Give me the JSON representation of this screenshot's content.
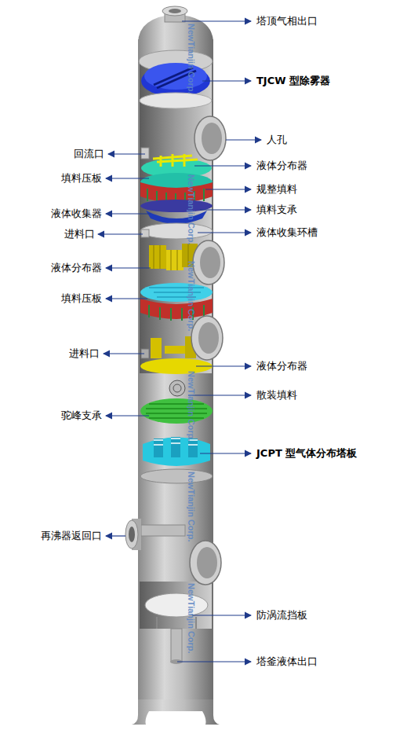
{
  "diagram": {
    "labels": [
      "塔顶气相出口",
      "TJCW 型除雾器",
      "人孔",
      "回流口",
      "液体分布器",
      "填料压板",
      "规整填料",
      "液体收集器",
      "填料支承",
      "进料口",
      "液体收集环槽",
      "液体分布器",
      "填料压板",
      "进料口",
      "液体分布器",
      "散装填料",
      "驼峰支承",
      "JCPT 型气体分布塔板",
      "再沸器返回口",
      "防涡流挡板",
      "塔釜液体出口",
      "NewTianjin Corp.",
      "NewTianjin Corp.",
      "NewTianjin Corp.",
      "NewTianjin Corp.",
      "NewTianjin Corp.",
      "NewTianjin Corp."
    ]
  }
}
